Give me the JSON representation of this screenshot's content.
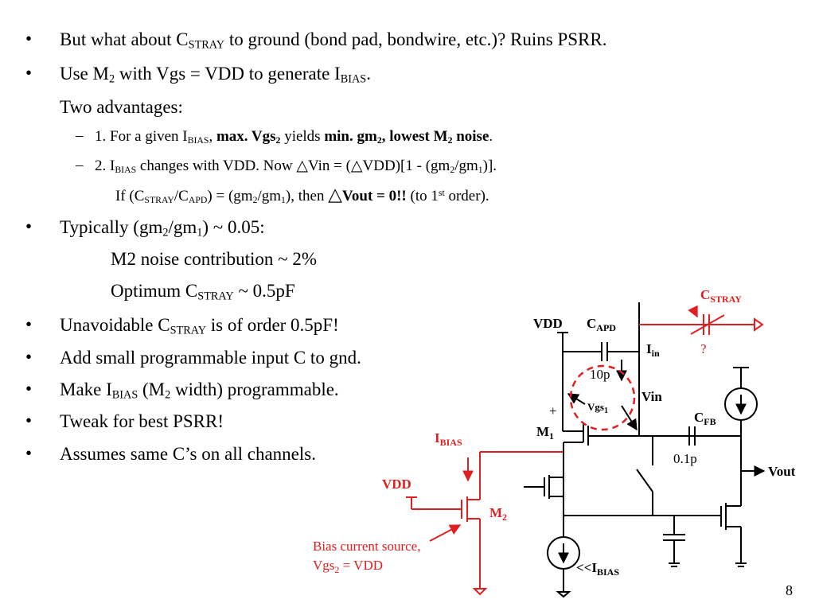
{
  "slide": {
    "page_number": "8",
    "bullets": [
      {
        "pre": "But what about C",
        "sub": "STRAY",
        "post": " to ground (bond pad, bondwire, etc.)?  Ruins PSRR."
      },
      {
        "pre": "Use M",
        "sub": "2",
        "mid": " with Vgs = VDD to generate I",
        "sub2": "BIAS",
        "post": "."
      },
      {
        "text": "Two advantages:"
      },
      {
        "num": "1.  For a given I",
        "sub": "BIAS",
        "comma": ", ",
        "b1": "max. Vgs",
        "b1sub": "2",
        "mid": " yields ",
        "b2": "min. gm",
        "b2sub": "2",
        "b3": ", lowest M",
        "b3sub": "2",
        "b4": " noise",
        "post": "."
      },
      {
        "num": "2. I",
        "sub": "BIAS",
        "mid": " changes with VDD.  Now ",
        "tri1": "△",
        "mid2": "Vin = (",
        "tri2": "△",
        "mid3": "VDD)[1 - (gm",
        "s2": "2",
        "mid4": "/gm",
        "s3": "1",
        "post": ")]."
      },
      {
        "pre": "If (C",
        "s1": "STRAY",
        "m1": "/C",
        "s2": "APD",
        "m2": ") = (gm",
        "s3": "2",
        "m3": "/gm",
        "s4": "1",
        "m4": "), then ",
        "tri": "△",
        "bold": "Vout = 0!!",
        "m5": " (to 1",
        "sup": "st",
        "post": " order)."
      },
      {
        "pre": "Typically (gm",
        "s1": "2",
        "m1": "/gm",
        "s2": "1",
        "post": ") ~ 0.05:"
      },
      {
        "text": "M2 noise contribution ~ 2%"
      },
      {
        "pre": "Optimum C",
        "sub": "STRAY",
        "post": " ~ 0.5pF"
      },
      {
        "pre": "Unavoidable C",
        "sub": "STRAY",
        "post": " is of order 0.5pF!"
      },
      {
        "text": "Add small programmable input C to gnd."
      },
      {
        "pre": "Make I",
        "sub": "BIAS",
        "mid": " (M",
        "sub2": "2",
        "post": " width) programmable."
      },
      {
        "text": "Tweak for best PSRR!"
      },
      {
        "text": "Assumes same C’s on all channels."
      }
    ],
    "bullet_glyph": "•",
    "dash_glyph": "–"
  },
  "circuit": {
    "labels": {
      "vdd_top": "VDD",
      "capd_main": "C",
      "capd_sub": "APD",
      "cstray_main": "C",
      "cstray_sub": "STRAY",
      "question": "?",
      "iin_main": "I",
      "iin_sub": "in",
      "cap_10p": "10p",
      "vgs1_main": "Vgs",
      "vgs1_sub": "1",
      "vin": "Vin",
      "plus": "+",
      "m1_main": "M",
      "m1_sub": "1",
      "cfb_main": "C",
      "cfb_sub": "FB",
      "cap_01p": "0.1p",
      "vout": "Vout",
      "ibias_main": "I",
      "ibias_sub": "BIAS",
      "vdd_red": "VDD",
      "m2_main": "M",
      "m2_sub": "2",
      "bias_line1": "Bias current source,",
      "bias_line2_main": "Vgs",
      "bias_line2_sub": "2",
      "bias_line2_post": " = VDD",
      "ll_prefix": "<<I",
      "ll_sub": "BIAS"
    },
    "colors": {
      "black": "#000000",
      "red": "#e02020"
    }
  }
}
